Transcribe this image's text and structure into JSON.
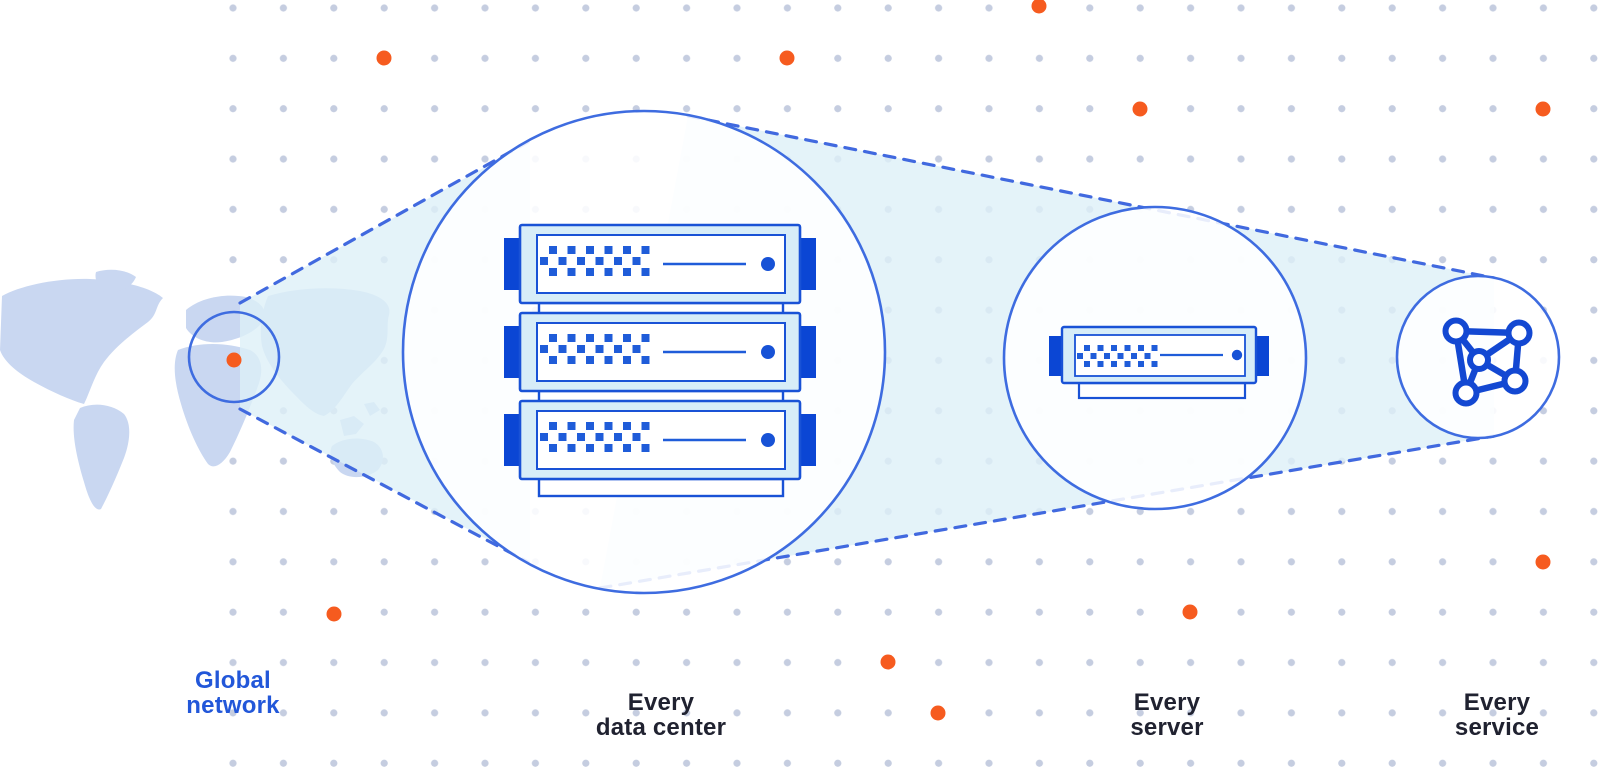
{
  "diagram": {
    "description": "Zoom-out network diagram: world map location expands to data center, server, and service",
    "stages": [
      {
        "id": "global-network",
        "label_line1": "Global",
        "label_line2": "network",
        "emphasis": "blue"
      },
      {
        "id": "every-data-center",
        "label_line1": "Every",
        "label_line2": "data center",
        "emphasis": "dark"
      },
      {
        "id": "every-server",
        "label_line1": "Every",
        "label_line2": "server",
        "emphasis": "dark"
      },
      {
        "id": "every-service",
        "label_line1": "Every",
        "label_line2": "service",
        "emphasis": "dark"
      }
    ],
    "icons": [
      {
        "name": "world-map"
      },
      {
        "name": "location-marker-dot"
      },
      {
        "name": "server-rack-icon",
        "count_servers": 3
      },
      {
        "name": "server-icon",
        "count_servers": 1
      },
      {
        "name": "network-mesh-icon"
      }
    ]
  },
  "colors": {
    "circle_stroke_blue": "#3e6ce0",
    "dashed_line_blue": "#4169df",
    "server_outline_blue": "#1952d6",
    "server_detail_blue": "#1f5cd9",
    "server_tab_dark_blue": "#0b46d4",
    "server_body_light": "#d7edf8",
    "beam_light_cyan": "#ddf0f8",
    "map_fill": "#c9d7f1",
    "grid_dot_gray": "#c5cde0",
    "accent_orange": "#f65b1f",
    "label_dark": "#202230",
    "label_blue": "#2257d9"
  }
}
